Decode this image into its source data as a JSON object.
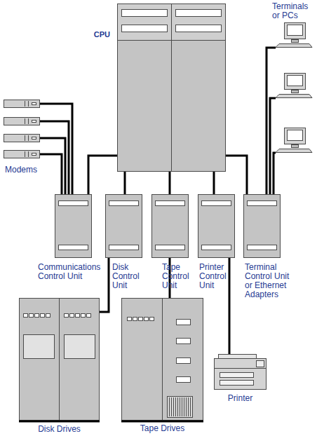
{
  "diagram": {
    "nodes": [
      {
        "text": [
          "CPU"
        ]
      },
      {
        "text": [
          "Terminals or PCs"
        ]
      },
      {
        "text": [
          "Modems"
        ]
      },
      {
        "text": [
          "Communications Control Unit"
        ]
      },
      {
        "text": [
          "Disk Control Unit"
        ]
      },
      {
        "text": [
          "Tape Control Unit"
        ]
      },
      {
        "text": [
          "Printer Control Unit"
        ]
      },
      {
        "text": [
          "Terminal Control Unit or Ethernet Adapters"
        ]
      },
      {
        "text": [
          "Disk Drives"
        ]
      },
      {
        "text": [
          "Tape Drives"
        ]
      },
      {
        "text": [
          "Printer"
        ]
      }
    ],
    "edges": [
      {
        "from": 0,
        "to": 3,
        "arrow": "none"
      },
      {
        "from": 0,
        "to": 4,
        "arrow": "none"
      },
      {
        "from": 0,
        "to": 5,
        "arrow": "none"
      },
      {
        "from": 0,
        "to": 6,
        "arrow": "none"
      },
      {
        "from": 0,
        "to": 7,
        "arrow": "none"
      },
      {
        "from": 2,
        "to": 3,
        "arrow": "none"
      },
      {
        "from": 2,
        "to": 3,
        "arrow": "none"
      },
      {
        "from": 2,
        "to": 3,
        "arrow": "none"
      },
      {
        "from": 2,
        "to": 3,
        "arrow": "none"
      },
      {
        "from": 1,
        "to": 7,
        "arrow": "none"
      },
      {
        "from": 1,
        "to": 7,
        "arrow": "none"
      },
      {
        "from": 1,
        "to": 7,
        "arrow": "none"
      },
      {
        "from": 4,
        "to": 8,
        "arrow": "none"
      },
      {
        "from": 5,
        "to": 9,
        "arrow": "none"
      },
      {
        "from": 6,
        "to": 10,
        "arrow": "none"
      }
    ]
  }
}
